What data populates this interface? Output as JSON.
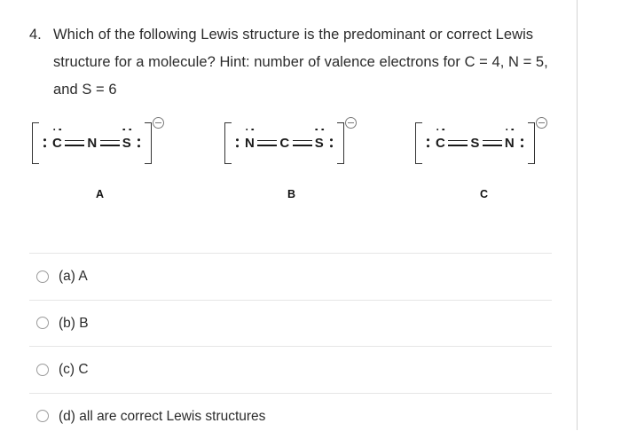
{
  "question": {
    "number": "4.",
    "text": "Which of the following Lewis structure is the predominant or correct Lewis structure for a molecule? Hint: number of valence electrons for C = 4, N = 5, and S = 6"
  },
  "structures": [
    {
      "label": "A",
      "charge": "⊖",
      "charge_name": "negative-one-charge",
      "atoms": [
        {
          "symbol": "C",
          "lone_pairs": [
            "left",
            "top"
          ]
        },
        {
          "symbol": "N",
          "lone_pairs": []
        },
        {
          "symbol": "S",
          "lone_pairs": [
            "top",
            "right"
          ]
        }
      ],
      "bonds": [
        "double",
        "double"
      ],
      "formula_text": "[:C=N=S:]⊖"
    },
    {
      "label": "B",
      "charge": "⊖",
      "charge_name": "negative-one-charge",
      "atoms": [
        {
          "symbol": "N",
          "lone_pairs": [
            "left",
            "top"
          ]
        },
        {
          "symbol": "C",
          "lone_pairs": []
        },
        {
          "symbol": "S",
          "lone_pairs": [
            "top",
            "right"
          ]
        }
      ],
      "bonds": [
        "double",
        "double"
      ],
      "formula_text": "[:N=C=S:]⊖"
    },
    {
      "label": "C",
      "charge": "⊖",
      "charge_name": "negative-one-charge",
      "atoms": [
        {
          "symbol": "C",
          "lone_pairs": [
            "left",
            "top"
          ]
        },
        {
          "symbol": "S",
          "lone_pairs": []
        },
        {
          "symbol": "N",
          "lone_pairs": [
            "top",
            "right"
          ]
        }
      ],
      "bonds": [
        "double",
        "double"
      ],
      "formula_text": "[:C=S=N:]⊖"
    }
  ],
  "options": [
    {
      "label": "(a) A",
      "selected": false
    },
    {
      "label": "(b) B",
      "selected": false
    },
    {
      "label": "(c) C",
      "selected": false
    },
    {
      "label": "(d) all are correct Lewis structures",
      "selected": false
    }
  ],
  "colors": {
    "text": "#2b2b2b",
    "structure_ink": "#1a1a1a",
    "divider": "#e6e6e6",
    "radio_border": "#9b9b9b",
    "charge_stroke": "#7a7a7a",
    "page_edge": "#d4d4d4"
  }
}
